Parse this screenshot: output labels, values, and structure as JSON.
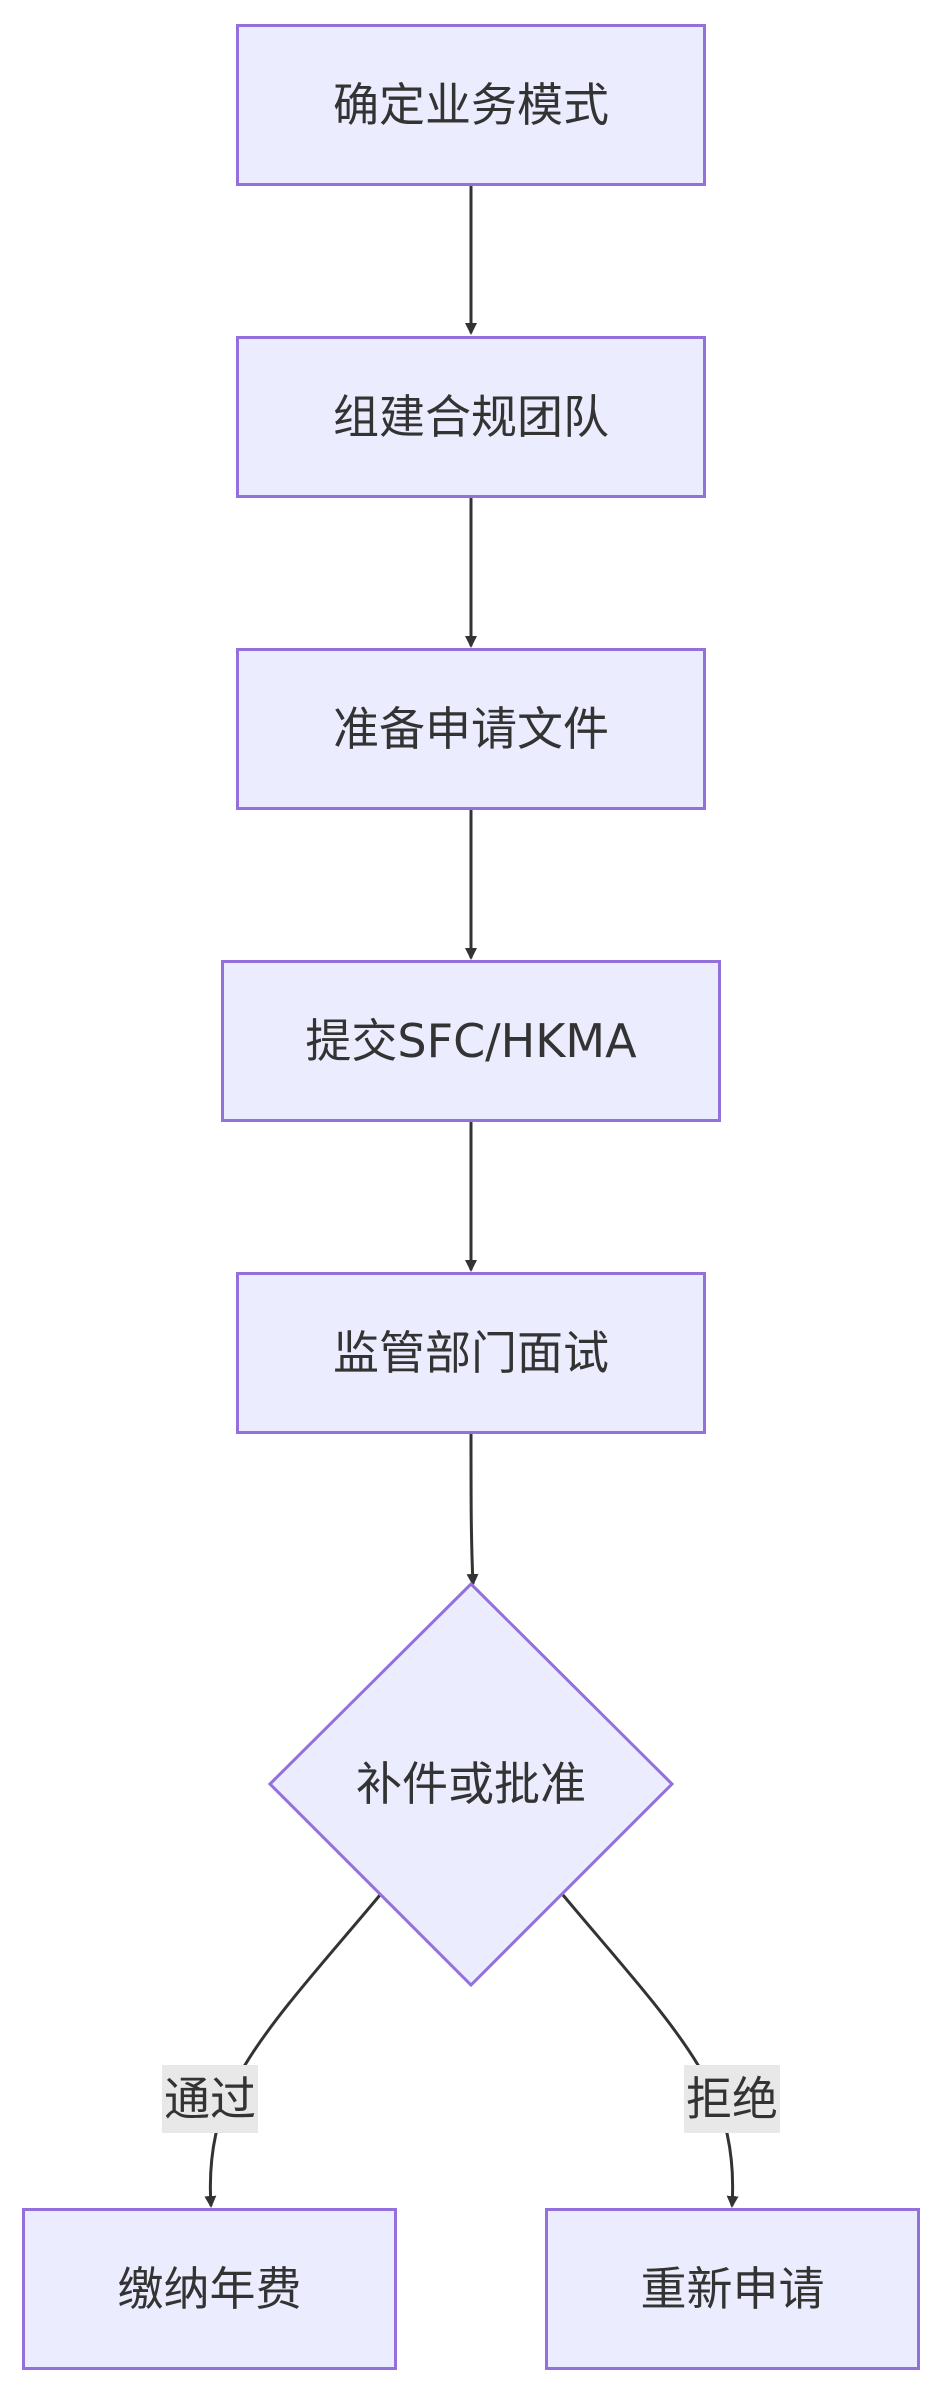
{
  "nodes": {
    "n1": "确定业务模式",
    "n2": "组建合规团队",
    "n3": "准备申请文件",
    "n4": "提交SFC/HKMA",
    "n5": "监管部门面试",
    "decision": "补件或批准",
    "pay": "缴纳年费",
    "reapply": "重新申请"
  },
  "edge_labels": {
    "pass": "通过",
    "reject": "拒绝"
  },
  "colors": {
    "node_fill": "#ececff",
    "node_stroke": "#9370db",
    "edge": "#333333",
    "label_bg": "#e8e8e8"
  }
}
